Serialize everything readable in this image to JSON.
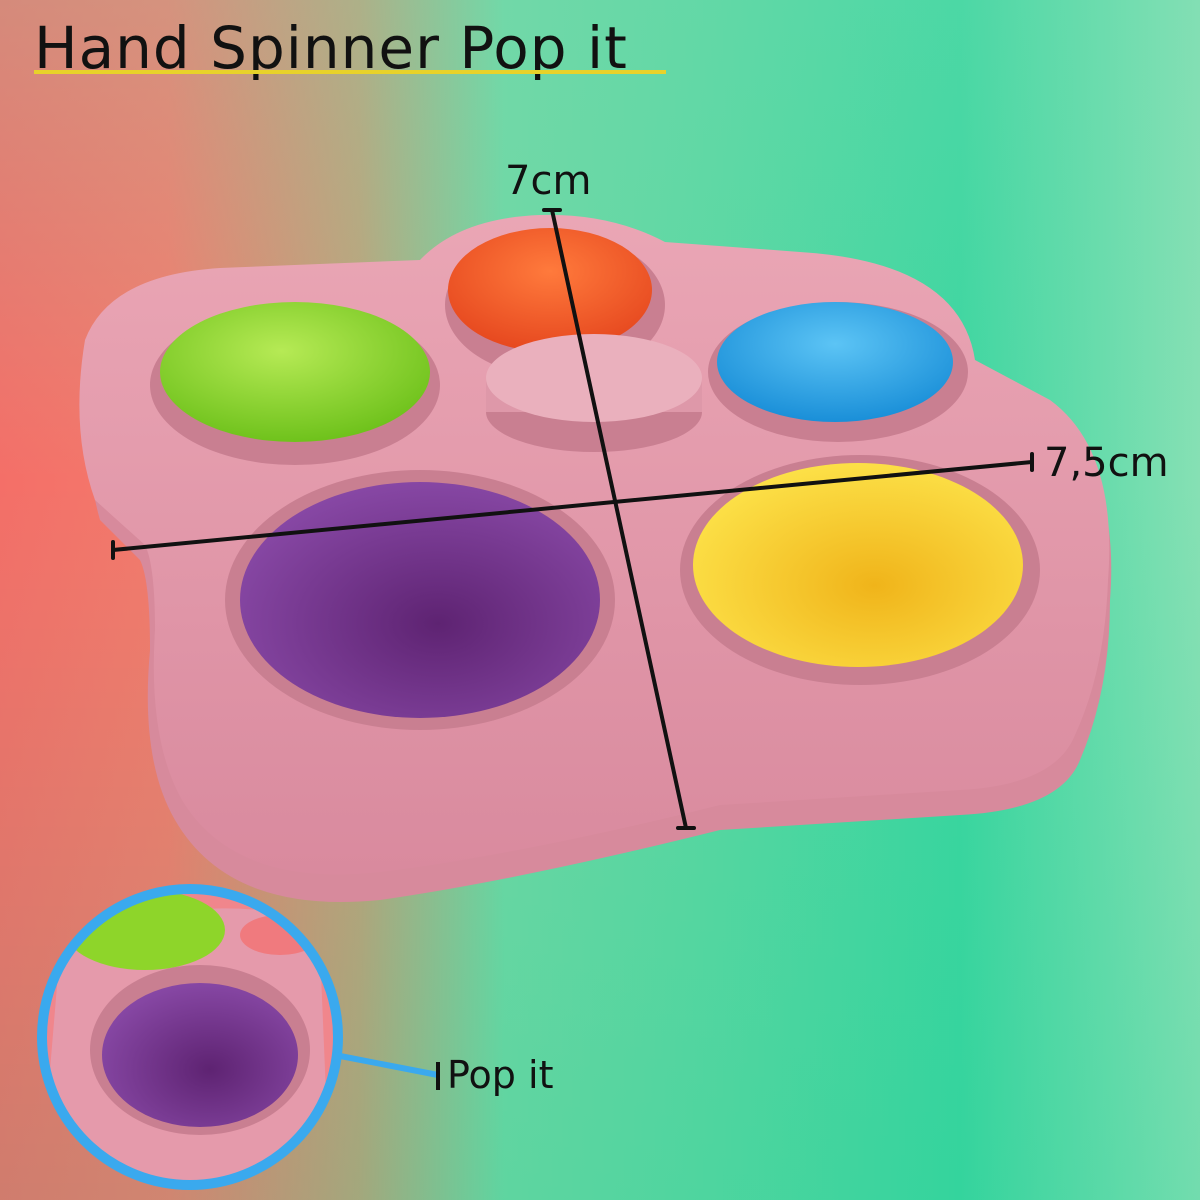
{
  "title": "Hand Spinner Pop it",
  "dimensions": {
    "height_label": "7cm",
    "width_label": "7,5cm"
  },
  "inset": {
    "label": "Pop it"
  },
  "colors": {
    "body": "#e598aa",
    "bubble_green": "#8ed52a",
    "bubble_orange": "#f25a2a",
    "bubble_blue": "#2fa7ea",
    "bubble_purple": "#7b3a9a",
    "bubble_yellow": "#f4cb20",
    "inset_ring": "#3aa9ee",
    "title_underline": "#e8d22a"
  }
}
